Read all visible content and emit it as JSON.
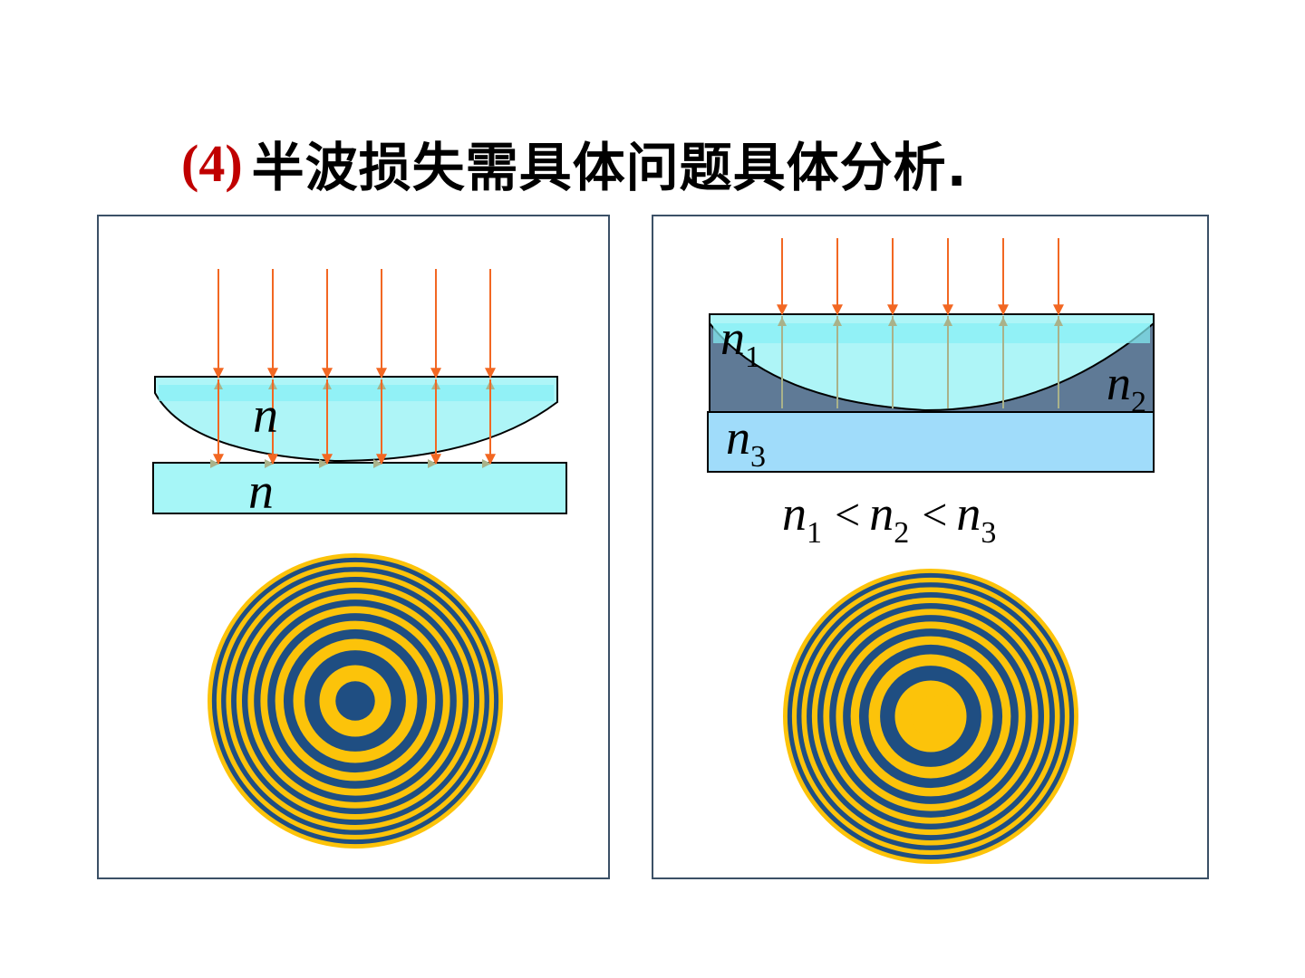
{
  "title": {
    "number": "(4)",
    "text": "半波损失需具体问题具体分析."
  },
  "left_panel": {
    "lens_label": "n",
    "plate_label": "n",
    "center_spot": "dark"
  },
  "right_panel": {
    "lens_label": "n",
    "lens_sub": "1",
    "gap_label": "n",
    "gap_sub": "2",
    "plate_label": "n",
    "plate_sub": "3",
    "relation": {
      "a": "n",
      "a_sub": "1",
      "op1": "<",
      "b": "n",
      "b_sub": "2",
      "op2": "<",
      "c": "n",
      "c_sub": "3"
    },
    "center_spot": "bright"
  },
  "colors": {
    "ray": "#f26722",
    "ring_dark": "#1f4e82",
    "ring_bright": "#fcc30a",
    "lens": "#aef5f7",
    "plate": "#a6f6f7",
    "plate_right": "#a0dcfa",
    "gap": "#5f7a96",
    "title_number": "#c00000"
  }
}
